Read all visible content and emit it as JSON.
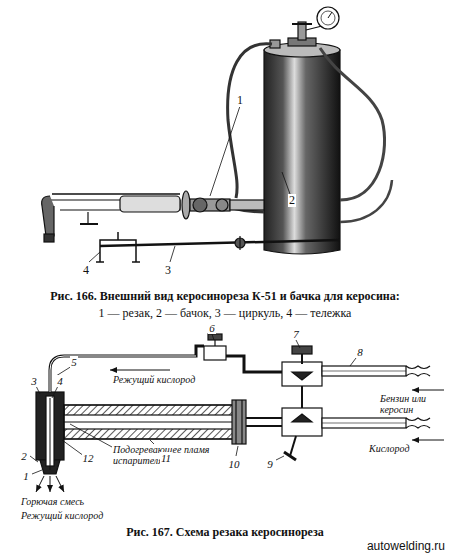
{
  "diagram": {
    "labels": [
      "1",
      "2",
      "3",
      "4",
      "Рис. 166. Внешний вид керосинореза К-51 и бачка для керосина:",
      "1 — резак, 2 — бачок, 3 — циркуль, 4 — тележка",
      "5",
      "6",
      "7",
      "8",
      "3",
      "4",
      "Режущий кислород",
      "Подогревающее пламя испарителя",
      "Бензин или керосин",
      "Кислород",
      "2",
      "1",
      "12",
      "11",
      "10",
      "9",
      "Горючая смесь",
      "Режущий кислород",
      "Рис. 167. Схема резака керосинореза",
      "autowelding.ru"
    ]
  }
}
